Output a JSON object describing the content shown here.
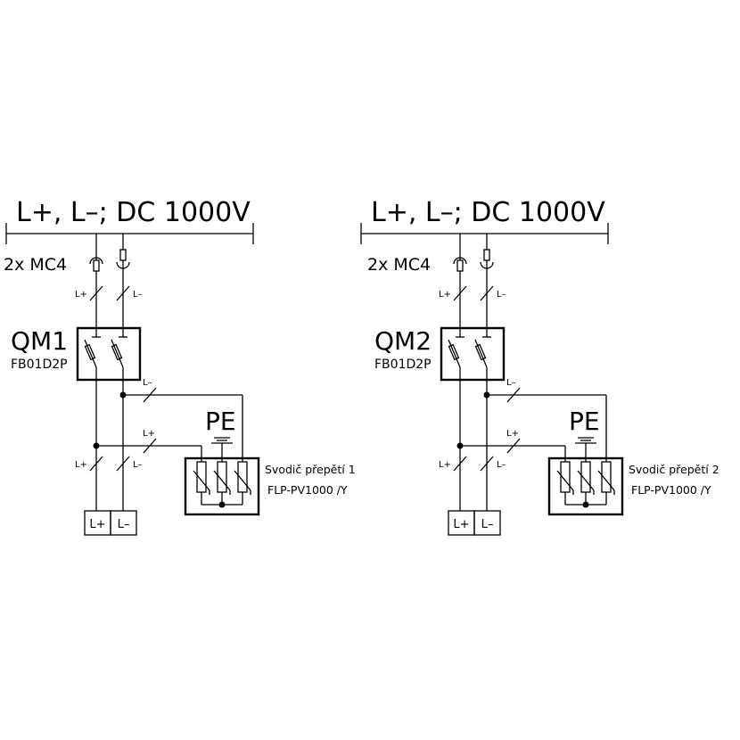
{
  "circuits": [
    {
      "bus_label": "L+, L–; DC 1000V",
      "connector_label": "2x MC4",
      "breaker_name": "QM1",
      "breaker_type": "FB01D2P",
      "pe_label": "PE",
      "spd_name": "Svodič přepětí 1",
      "spd_type": "FLP-PV1000 /Y",
      "wire_plus": "L+",
      "wire_minus": "L–",
      "terminal_plus": "L+",
      "terminal_minus": "L–"
    },
    {
      "bus_label": "L+, L–; DC 1000V",
      "connector_label": "2x MC4",
      "breaker_name": "QM2",
      "breaker_type": "FB01D2P",
      "pe_label": "PE",
      "spd_name": "Svodič přepětí 2",
      "spd_type": "FLP-PV1000 /Y",
      "wire_plus": "L+",
      "wire_minus": "L–",
      "terminal_plus": "L+",
      "terminal_minus": "L–"
    }
  ]
}
